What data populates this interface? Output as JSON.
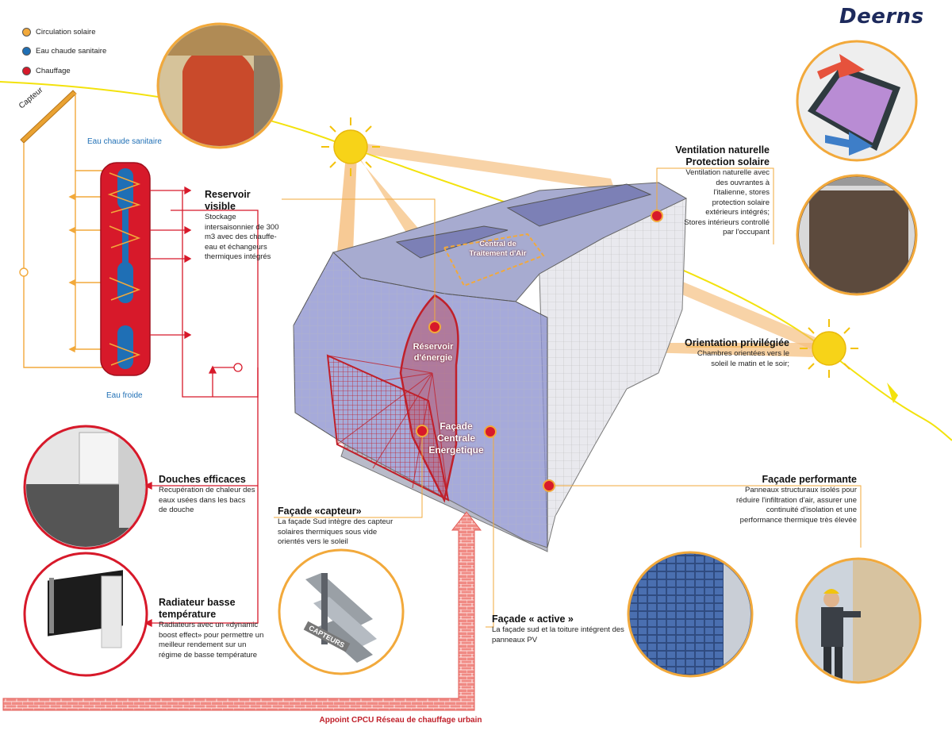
{
  "brand": "Deerns",
  "legend": [
    {
      "label": "Circulation solaire",
      "color": "#f2a93b"
    },
    {
      "label": "Eau chaude sanitaire",
      "color": "#1f6fb5"
    },
    {
      "label": "Chauffage",
      "color": "#d7192a"
    }
  ],
  "tank": {
    "collector_label": "Capteur",
    "hot_water_label": "Eau chaude sanitaire",
    "cold_water_label": "Eau froide"
  },
  "building": {
    "air_central_label": "Central de Traitement d'Air",
    "energy_tank_label": "Réservoir d'énergie",
    "central_facade_label": "Façade Centrale Energetique"
  },
  "callouts": {
    "reservoir": {
      "title": "Reservoir visible",
      "text": "Stockage intersaisonnier de 300 m3 avec des chauffe-eau et échangeurs thermiques intégrés"
    },
    "ventilation": {
      "title": "Ventilation naturelle Protection solaire",
      "text": "Ventilation naturelle avec des ouvrantes à l'italienne, stores protection solaire extérieurs intégrés; Stores intérieurs controllé par l'occupant"
    },
    "orientation": {
      "title": "Orientation privilégiée",
      "text": "Chambres orientées vers le soleil le matin et le soir;"
    },
    "douches": {
      "title": "Douches efficaces",
      "text": "Recupération de chaleur des eaux usées dans les bacs de douche"
    },
    "radiateur": {
      "title": "Radiateur basse température",
      "text": "Radiateurs avec un «dynamic boost effect» pour permettre un meilleur rendement sur un régime de basse température"
    },
    "capteur_facade": {
      "title": "Façade «capteur»",
      "text": "La façade Sud intègre des capteur solaires thermiques sous vide orientés vers le soleil"
    },
    "active": {
      "title": "Façade « active »",
      "text": "La façade sud et la toiture intégrent des panneaux PV"
    },
    "performante": {
      "title": "Façade performante",
      "text": "Panneaux structuraux isolés pour réduire l'infiltration d'air, assurer une continuité d'isolation et une performance thermique très élevée"
    }
  },
  "capteurs_image_label": "CAPTEURS",
  "cpcu_label": "Appoint CPCU Réseau de chauffage urbain",
  "icons": [
    "sun-icon",
    "sun-icon"
  ]
}
